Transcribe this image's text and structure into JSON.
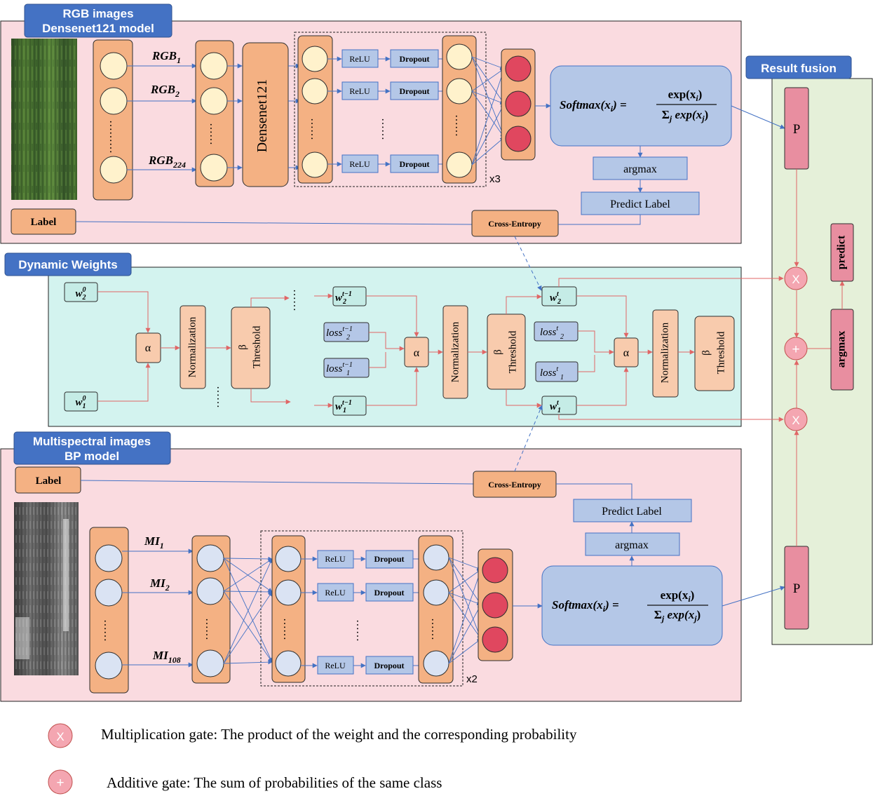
{
  "sections": {
    "rgb_title": [
      "RGB images",
      "Densenet121 model"
    ],
    "dynamic_title": "Dynamic Weights",
    "ms_title": [
      "Multispectral images",
      "BP model"
    ],
    "fusion_title": "Result fusion"
  },
  "rgb": {
    "inputs": [
      "RGB",
      "1",
      "RGB",
      "2",
      "RGB",
      "224"
    ],
    "backbone": "Densenet121",
    "relu": "ReLU",
    "dropout": "Dropout",
    "repeat": "x3",
    "softmax_lhs": "Softmax(x",
    "softmax_sub": "i",
    "softmax_eq": ") =",
    "softmax_num": "exp(x",
    "softmax_den": "exp(x",
    "softmax_sum": "Σ",
    "softmax_sum_sub": "j",
    "softmax_den_sub": "j",
    "argmax": "argmax",
    "predict_label": "Predict Label",
    "label": "Label",
    "cross_entropy": "Cross-Entropy"
  },
  "ms": {
    "inputs": [
      "MI",
      "1",
      "MI",
      "2",
      "MI",
      "108"
    ],
    "relu": "ReLU",
    "dropout": "Dropout",
    "repeat": "x2",
    "argmax": "argmax",
    "predict_label": "Predict Label",
    "label": "Label",
    "cross_entropy": "Cross-Entropy"
  },
  "dynamic": {
    "alpha": "α",
    "beta": "β",
    "normalization": "Normalization",
    "threshold": "Threshold",
    "w": "w",
    "loss": "loss",
    "sup_0": "0",
    "sup_prev": "t−1",
    "sup_t": "t",
    "sub_1": "1",
    "sub_2": "2"
  },
  "fusion": {
    "p": "P",
    "predict": "predict",
    "argmax": "argmax",
    "mult_gate": "X",
    "add_gate": "+"
  },
  "legend": {
    "mult_symbol": "X",
    "mult_text": "Multiplication gate: The product of the weight and the corresponding probability",
    "add_symbol": "+",
    "add_text": "Additive gate: The sum of probabilities of the same class"
  },
  "colors": {
    "panel_pink": "#fadbe0",
    "panel_teal": "#d3f3ef",
    "panel_green": "#e5f0d9",
    "title_blue": "#4472c4",
    "orange": "#f4b183",
    "orange_light": "#f8cbad",
    "neuron_yellow": "#fff2cc",
    "neuron_blue": "#dae3f3",
    "blue_box": "#b4c7e7",
    "softmax_blue": "#b4c7e7",
    "red_neuron": "#e0475f",
    "teal_box": "#c5ece6",
    "gate_pink": "#f4a6b1",
    "p_box": "#e88ea0",
    "arrow_blue": "#4472c4",
    "arrow_red": "#e06666"
  }
}
